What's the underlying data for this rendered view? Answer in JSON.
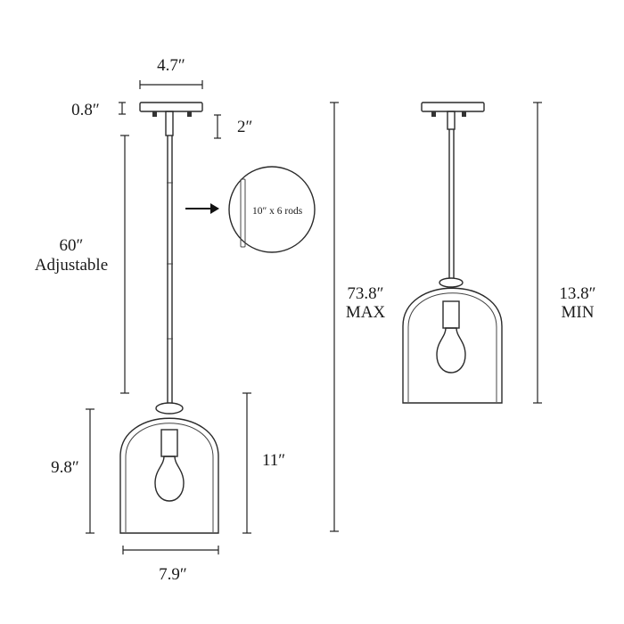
{
  "labels": {
    "canopy_width": "4.7″",
    "canopy_height": "0.8″",
    "canopy_gap": "2″",
    "rod_length": "60″",
    "rod_adjustable": "Adjustable",
    "rods_note": "10″ x 6 rods",
    "shade_height": "9.8″",
    "overall_fixture_height": "11″",
    "shade_width": "7.9″",
    "max_value": "73.8″",
    "max_label": "MAX",
    "min_value": "13.8″",
    "min_label": "MIN"
  },
  "colors": {
    "line": "#2a2a2a",
    "background": "#ffffff",
    "glass": "#f6f6f6"
  },
  "icons": {
    "arrow": "right-arrow-icon",
    "bulb": "light-bulb-icon"
  }
}
